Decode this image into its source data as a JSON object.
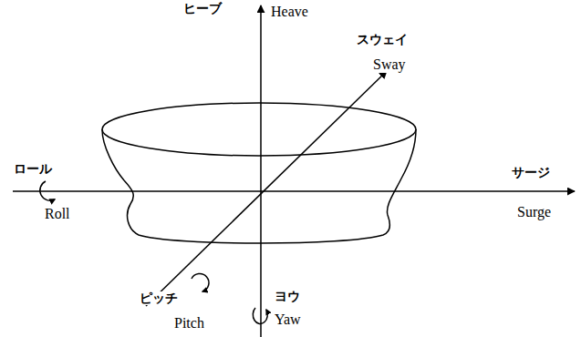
{
  "diagram": {
    "labels": [
      "ヒーブ",
      "Heave",
      "スウェイ",
      "Sway",
      "ロール",
      "Roll",
      "サージ",
      "Surge",
      "ピッチ",
      "Pitch",
      "ヨウ",
      "Yaw"
    ]
  }
}
